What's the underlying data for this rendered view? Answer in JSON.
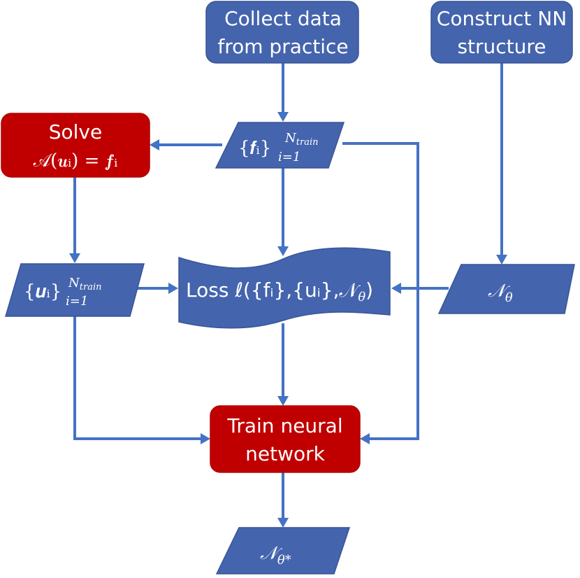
{
  "nodes": {
    "collect_data": {
      "line1": "Collect data",
      "line2": "from practice"
    },
    "construct_nn": {
      "line1": "Construct NN",
      "line2": "structure"
    },
    "solve": {
      "line1": "Solve",
      "line2": "𝒜(𝒖ᵢ) = 𝒇ᵢ"
    },
    "f_set": {
      "base": "{𝒇ᵢ}",
      "sup": "N",
      "sup_sub": "train",
      "sub": "i=1"
    },
    "u_set": {
      "base": "{𝒖ᵢ}",
      "sup": "N",
      "sup_sub": "train",
      "sub": "i=1"
    },
    "loss": {
      "label": "Loss ℓ({fᵢ},{uᵢ},𝒩",
      "param": "θ",
      "close": ")"
    },
    "n_theta": {
      "label": "𝒩",
      "sub": "θ"
    },
    "train": {
      "line1": "Train neural",
      "line2": "network"
    },
    "n_theta_star": {
      "label": "𝒩",
      "sub": "θ*"
    }
  },
  "colors": {
    "process": "#4464ad",
    "compute": "#c00000",
    "edge": "#4472c4"
  }
}
